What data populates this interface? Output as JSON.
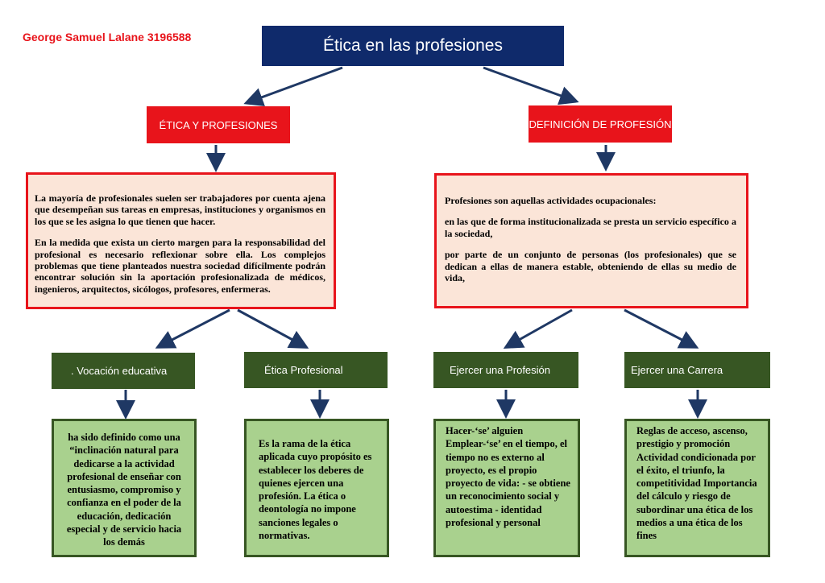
{
  "author": "George Samuel Lalane 3196588",
  "title": "Ética en las profesiones",
  "left_branch": {
    "heading": "ÉTICA Y PROFESIONES",
    "text_p1": " La mayoría de profesionales suelen ser trabajadores por cuenta ajena que desempeñan sus tareas en empresas, instituciones y organismos en los que se les asigna lo que tienen que hacer.",
    "text_p2": " En la medida que exista un cierto margen para la responsabilidad del profesional es necesario reflexionar sobre ella. Los complejos problemas que tiene planteados nuestra sociedad difícilmente podrán encontrar solución sin la aportación profesionalizada de médicos, ingenieros, arquitectos, sicólogos, profesores, enfermeras.",
    "children": [
      {
        "heading": ". Vocación educativa",
        "text": "ha sido definido como una “inclinación natural para dedicarse a la actividad profesional de enseñar con entusiasmo, compromiso y confianza en el poder de la educación, dedicación especial y de servicio hacia los demás"
      },
      {
        "heading": "Ética Profesional",
        "text": "Es la rama de la ética aplicada cuyo propósito es establecer los deberes de quienes ejercen una profesión. La ética o deontología no impone sanciones legales o normativas."
      }
    ]
  },
  "right_branch": {
    "heading": "DEFINICIÓN DE PROFESIÓN",
    "text_p1": "Profesiones son aquellas actividades ocupacionales:",
    "text_p2": "en las que de forma institucionalizada se presta un servicio específico a la sociedad,",
    "text_p3": " por parte de un conjunto de personas (los profesionales) que se dedican a ellas de manera estable, obteniendo de ellas su medio de vida,",
    "children": [
      {
        "heading": "Ejercer una Profesión",
        "text": "Hacer-‘se’ alguien Emplear-‘se’ en el tiempo, el tiempo no es externo al proyecto, es el propio proyecto de vida: - se obtiene un reconocimiento social y autoestima - identidad profesional y personal"
      },
      {
        "heading": "Ejercer una Carrera",
        "text": "Reglas de acceso, ascenso, prestigio y promoción Actividad condicionada por el éxito, el triunfo, la competitividad Importancia del cálculo y riesgo de subordinar una ética de los medios a una ética de los fines"
      }
    ]
  },
  "colors": {
    "title_bg": "#0f2a6b",
    "red": "#e8141b",
    "peach": "#fbe5d8",
    "dark_green": "#375623",
    "light_green": "#a9d18e",
    "arrow": "#1f3864"
  }
}
